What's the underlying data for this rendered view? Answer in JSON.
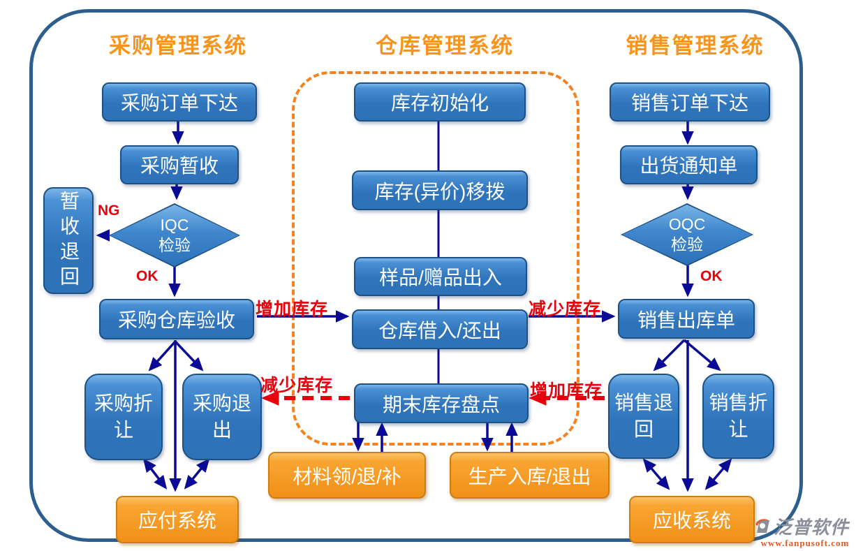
{
  "headers": {
    "purchase": "采购管理系统",
    "warehouse": "仓库管理系统",
    "sales": "销售管理系统"
  },
  "nodes": {
    "purchase_order": "采购订单下达",
    "purchase_temp": "采购暂收",
    "iqc": {
      "line1": "IQC",
      "line2": "检验"
    },
    "temp_return": "暂收退回",
    "purchase_accept": "采购仓库验收",
    "purchase_discount": "采购折让",
    "purchase_return": "采购退出",
    "ap_system": "应付系统",
    "inv_init": "库存初始化",
    "inv_transfer": "库存(异价)移拨",
    "sample_io": "样品/赠品出入",
    "borrow_return": "仓库借入/还出",
    "period_count": "期末库存盘点",
    "material_io": "材料领/退/补",
    "production_io": "生产入库/退出",
    "sales_order": "销售订单下达",
    "ship_notice": "出货通知单",
    "oqc": {
      "line1": "OQC",
      "line2": "检验"
    },
    "sales_out": "销售出库单",
    "sales_return": "销售退回",
    "sales_discount": "销售折让",
    "ar_system": "应收系统"
  },
  "labels": {
    "ng": "NG",
    "ok": "OK",
    "increase_stock": "增加库存",
    "decrease_stock": "减少库存"
  },
  "logo": {
    "company": "泛普软件",
    "website": "www.fanpusoft.com"
  },
  "colors": {
    "header_orange": "#F7941D",
    "box_blue": "#2F74BA",
    "box_orange": "#F29111",
    "arrow_navy": "#0A0A96",
    "label_red": "#E8000D",
    "frame_blue": "#2D5F8E",
    "dashed_orange": "#F58220"
  }
}
